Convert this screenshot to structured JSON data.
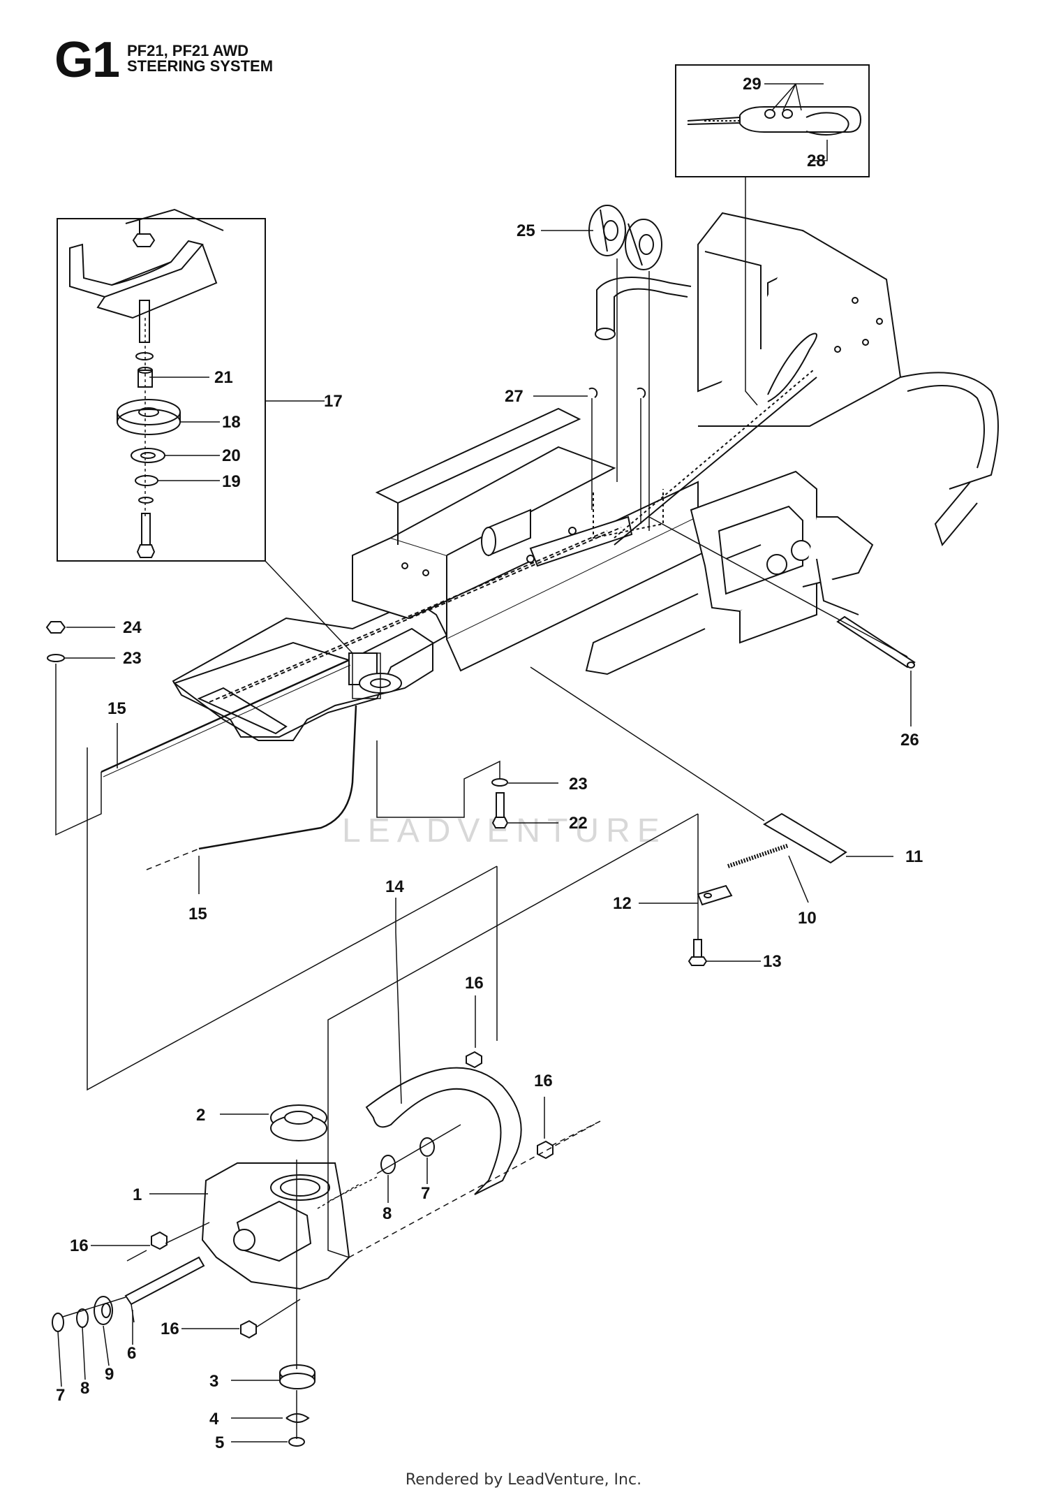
{
  "header": {
    "code": "G1",
    "models": "PF21, PF21 AWD",
    "section": "STEERING SYSTEM"
  },
  "callouts": {
    "c29": "29",
    "c28": "28",
    "c25": "25",
    "c27": "27",
    "c21": "21",
    "c17": "17",
    "c18": "18",
    "c20": "20",
    "c19": "19",
    "c24": "24",
    "c23a": "23",
    "c15a": "15",
    "c26": "26",
    "c23b": "23",
    "c22": "22",
    "c11": "11",
    "c15b": "15",
    "c12": "12",
    "c10": "10",
    "c13": "13",
    "c16a": "16",
    "c14": "14",
    "c16b": "16",
    "c2": "2",
    "c1": "1",
    "c7a": "7",
    "c8a": "8",
    "c16c": "16",
    "c16d": "16",
    "c6": "6",
    "c3": "3",
    "c4": "4",
    "c5": "5",
    "c7b": "7",
    "c8b": "8",
    "c9": "9"
  },
  "watermark": "LEADVENTURE",
  "footer": "Rendered by LeadVenture, Inc."
}
